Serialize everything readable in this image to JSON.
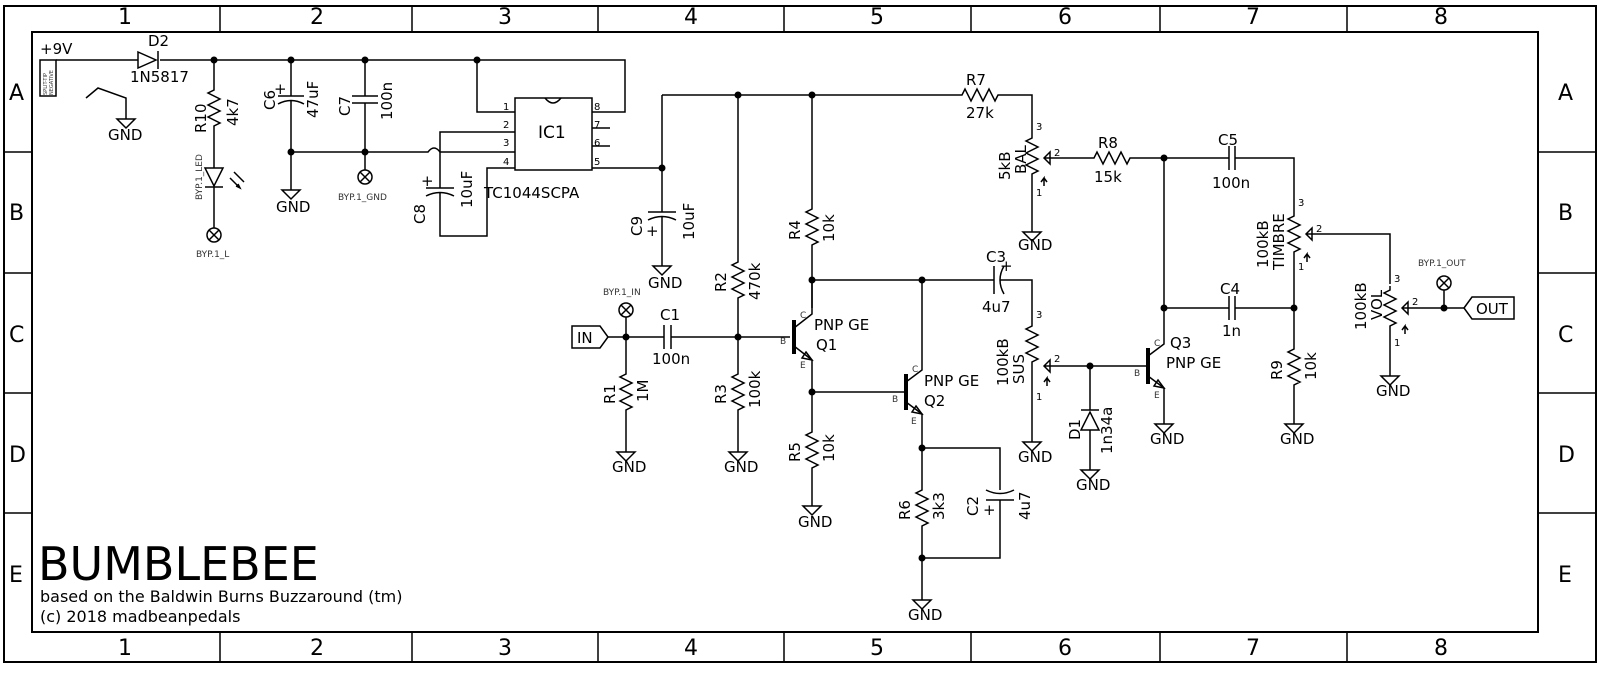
{
  "grid": {
    "columns": [
      "1",
      "2",
      "3",
      "4",
      "5",
      "6",
      "7",
      "8"
    ],
    "rows": [
      "A",
      "B",
      "C",
      "D",
      "E"
    ]
  },
  "title_block": {
    "title": "BUMBLEBEE",
    "subtitle": "based on the Baldwin Burns Buzzaround (tm)",
    "copyright": "(c) 2018 madbeanpedals"
  },
  "power": {
    "supply": "+9V",
    "jack_label_1": "SPLIT-TIP",
    "jack_label_2": "NEGATIVE",
    "gnd": "GND"
  },
  "components": {
    "D2": {
      "ref": "D2",
      "value": "1N5817"
    },
    "R10": {
      "ref": "R10",
      "value": "4k7"
    },
    "C6": {
      "ref": "C6",
      "value": "47uF"
    },
    "C7": {
      "ref": "C7",
      "value": "100n"
    },
    "C8": {
      "ref": "C8",
      "value": "10uF"
    },
    "IC1": {
      "ref": "IC1",
      "value": "TC1044SCPA",
      "pins": [
        "1",
        "2",
        "3",
        "4",
        "5",
        "6",
        "7",
        "8"
      ]
    },
    "C9": {
      "ref": "C9",
      "value": "10uF"
    },
    "R7": {
      "ref": "R7",
      "value": "27k"
    },
    "BAL": {
      "ref": "BAL",
      "value": "5kB"
    },
    "R8": {
      "ref": "R8",
      "value": "15k"
    },
    "C5": {
      "ref": "C5",
      "value": "100n"
    },
    "TIMBRE": {
      "ref": "TIMBRE",
      "value": "100kB"
    },
    "R4": {
      "ref": "R4",
      "value": "10k"
    },
    "R2": {
      "ref": "R2",
      "value": "470k"
    },
    "C1": {
      "ref": "C1",
      "value": "100n"
    },
    "R1": {
      "ref": "R1",
      "value": "1M"
    },
    "R3": {
      "ref": "R3",
      "value": "100k"
    },
    "Q1": {
      "ref": "Q1",
      "value": "PNP GE"
    },
    "Q2": {
      "ref": "Q2",
      "value": "PNP GE"
    },
    "Q3": {
      "ref": "Q3",
      "value": "PNP GE"
    },
    "R5": {
      "ref": "R5",
      "value": "10k"
    },
    "C3": {
      "ref": "C3",
      "value": "4u7"
    },
    "SUS": {
      "ref": "SUS",
      "value": "100kB"
    },
    "D1": {
      "ref": "D1",
      "value": "1n34a"
    },
    "R6": {
      "ref": "R6",
      "value": "3k3"
    },
    "C2": {
      "ref": "C2",
      "value": "4u7"
    },
    "C4": {
      "ref": "C4",
      "value": "1n"
    },
    "R9": {
      "ref": "R9",
      "value": "10k"
    },
    "VOL": {
      "ref": "VOL",
      "value": "100kB"
    }
  },
  "pads": {
    "led": "BYP.1_LED",
    "l": "BYP.1_L",
    "gnd": "BYP.1_GND",
    "in": "BYP.1_IN",
    "out": "BYP.1_OUT"
  },
  "ports": {
    "in": "IN",
    "out": "OUT"
  },
  "transistor_pins": {
    "c": "C",
    "b": "B",
    "e": "E"
  },
  "pot_pins": {
    "p1": "1",
    "p2": "2",
    "p3": "3"
  }
}
